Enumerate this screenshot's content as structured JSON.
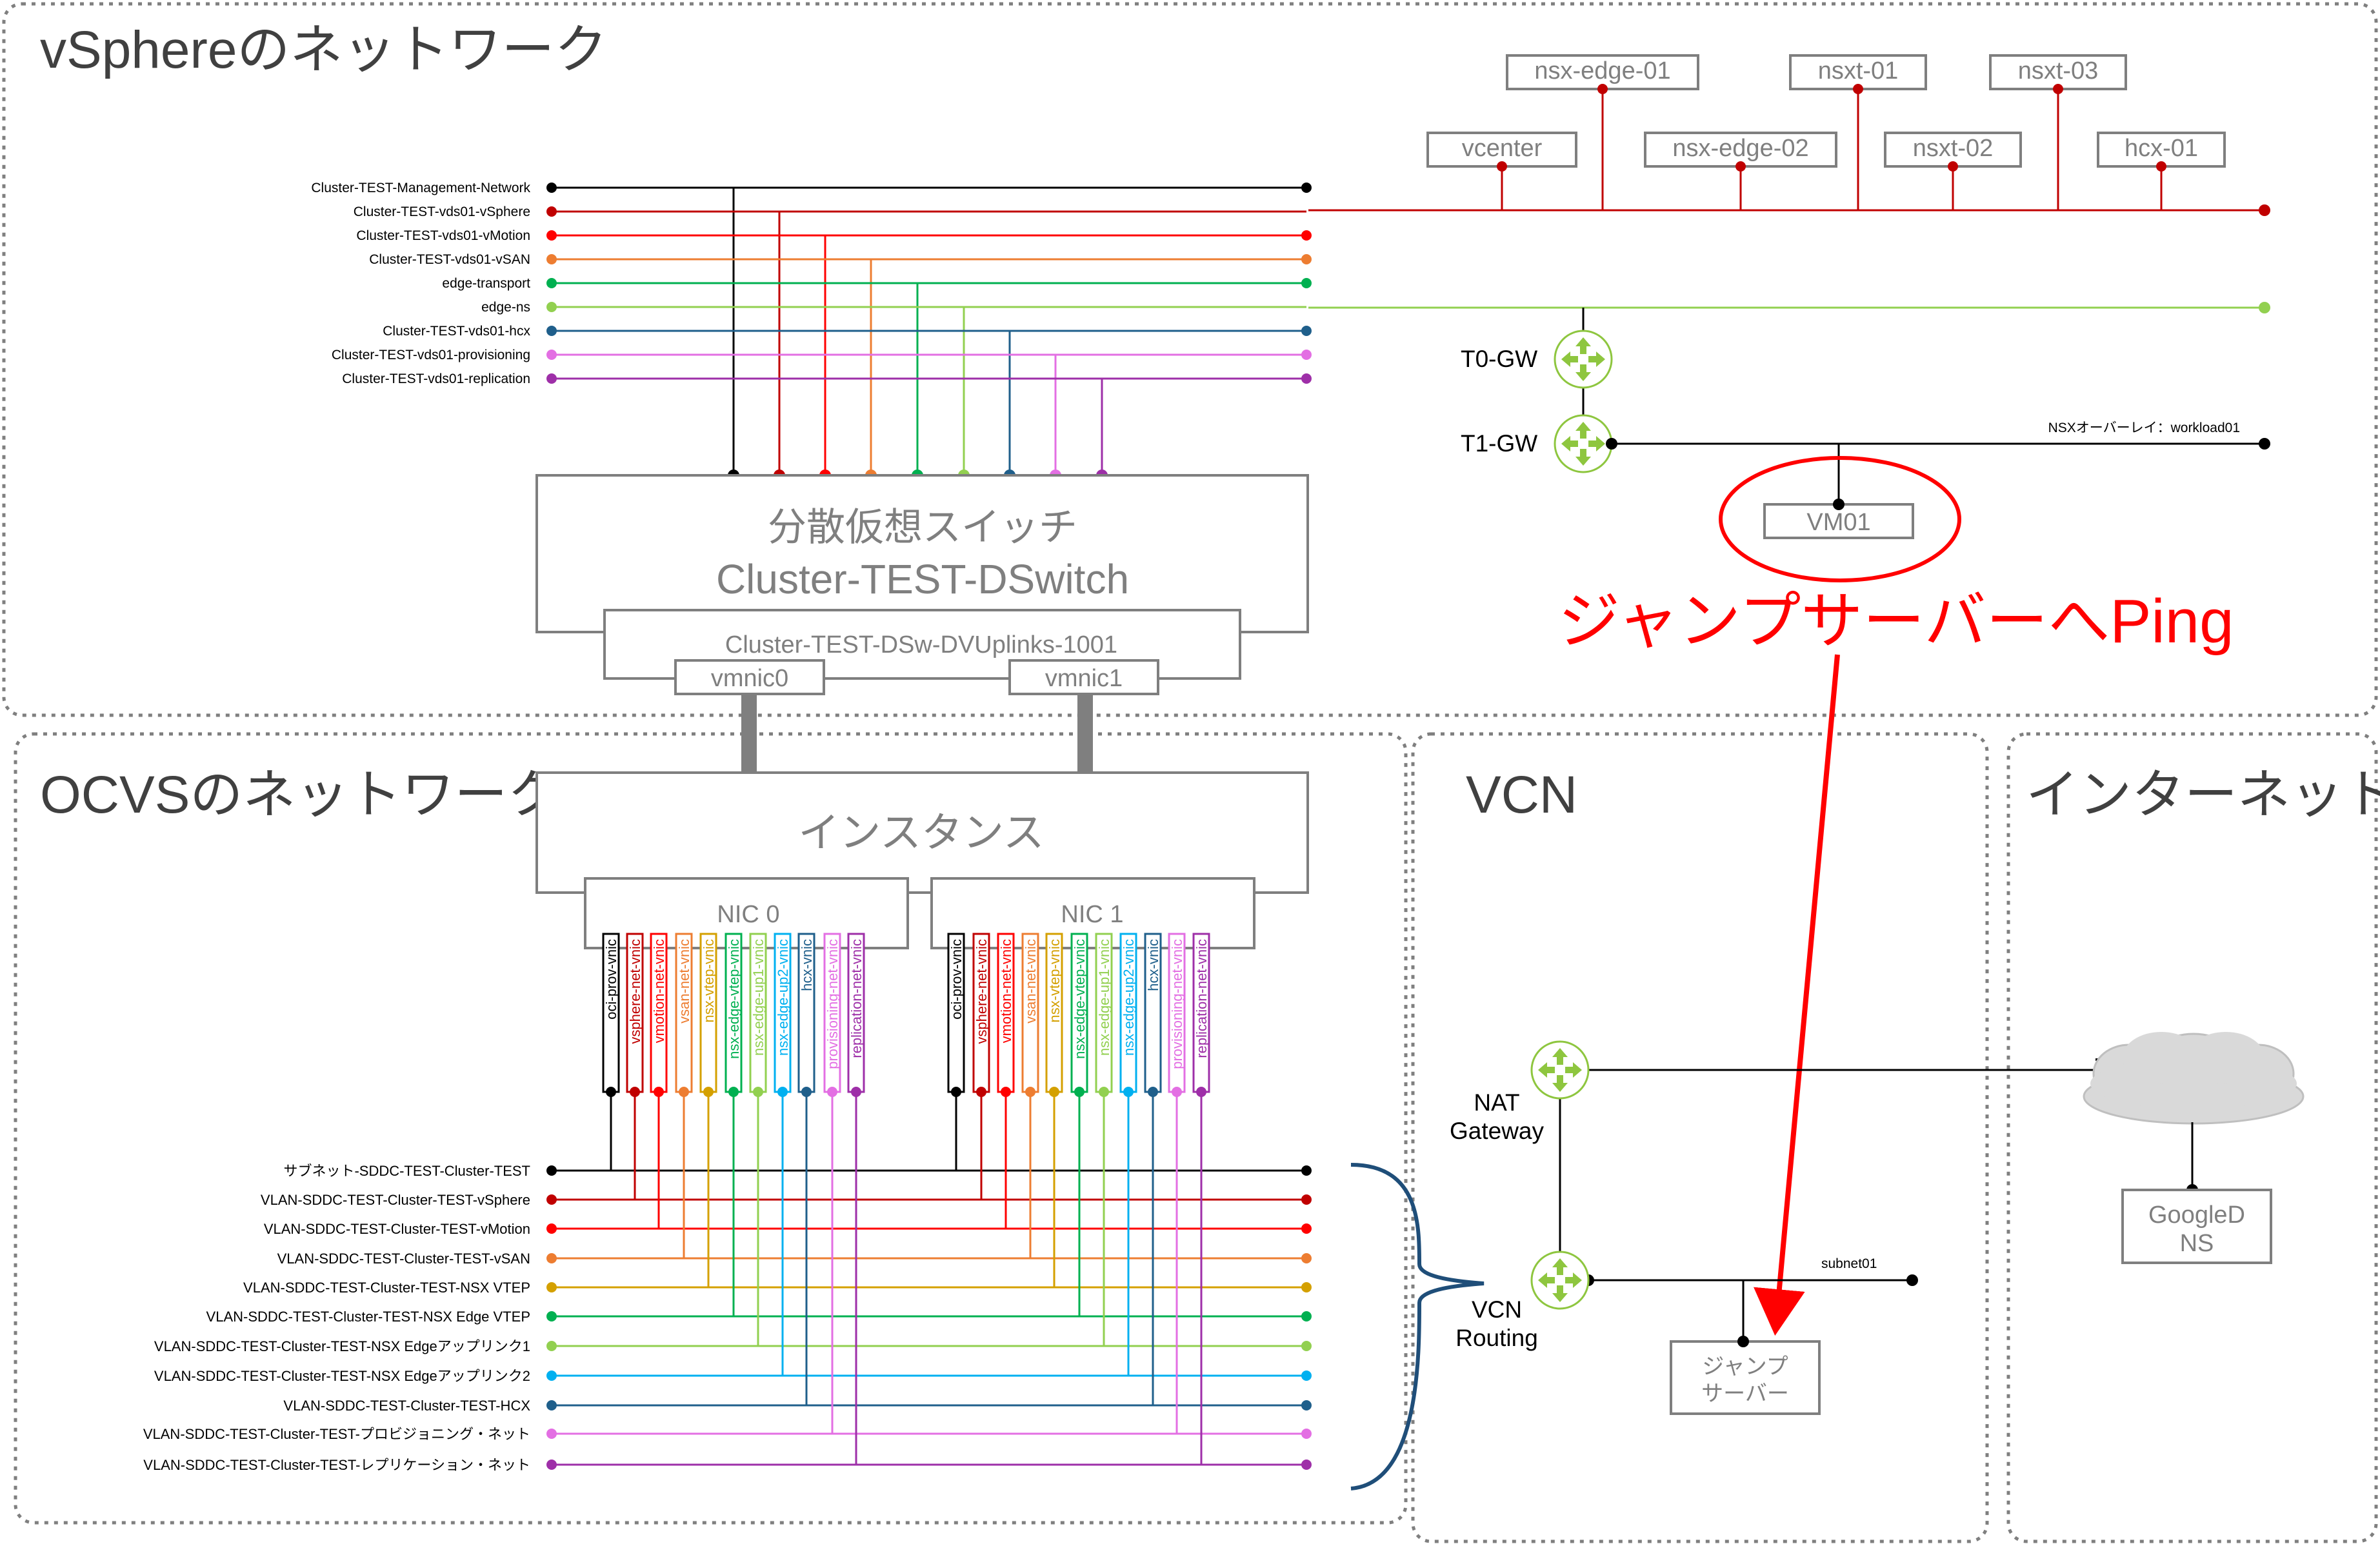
{
  "sections": {
    "vsphere": "vSphereのネットワーク",
    "ocvs": "OCVSのネットワーク",
    "vcn": "VCN",
    "internet": "インターネット"
  },
  "vsphere_vms": {
    "top": [
      "nsx-edge-01",
      "nsxt-01",
      "nsxt-03"
    ],
    "bottom": [
      "vcenter",
      "nsx-edge-02",
      "nsxt-02",
      "hcx-01"
    ]
  },
  "portgroups": [
    {
      "name": "Cluster-TEST-Management-Network",
      "color": "#000000"
    },
    {
      "name": "Cluster-TEST-vds01-vSphere",
      "color": "#c00000"
    },
    {
      "name": "Cluster-TEST-vds01-vMotion",
      "color": "#ff0000"
    },
    {
      "name": "Cluster-TEST-vds01-vSAN",
      "color": "#ed7d31"
    },
    {
      "name": "edge-transport",
      "color": "#00b050"
    },
    {
      "name": "edge-ns",
      "color": "#92d050"
    },
    {
      "name": "Cluster-TEST-vds01-hcx",
      "color": "#1f5f8b"
    },
    {
      "name": "Cluster-TEST-vds01-provisioning",
      "color": "#e36fe3"
    },
    {
      "name": "Cluster-TEST-vds01-replication",
      "color": "#9e2fa8"
    }
  ],
  "dswitch": {
    "line1": "分散仮想スイッチ",
    "line2": "Cluster-TEST-DSwitch",
    "uplinks": "Cluster-TEST-DSw-DVUplinks-1001",
    "vmnic0": "vmnic0",
    "vmnic1": "vmnic1"
  },
  "gateways": {
    "t0": "T0-GW",
    "t1": "T1-GW",
    "overlay": "NSXオーバーレイ：workload01",
    "vm01": "VM01"
  },
  "ping_label": "ジャンプサーバーへPing",
  "instance": {
    "label": "インスタンス",
    "nic0": "NIC 0",
    "nic1": "NIC 1"
  },
  "vnics": [
    {
      "name": "oci-prov-vnic",
      "color": "#000000"
    },
    {
      "name": "vsphere-net-vnic",
      "color": "#c00000"
    },
    {
      "name": "vmotion-net-vnic",
      "color": "#ff0000"
    },
    {
      "name": "vsan-net-vnic",
      "color": "#ed7d31"
    },
    {
      "name": "nsx-vtep-vnic",
      "color": "#d4a000"
    },
    {
      "name": "nsx-edge-vtep-vnic",
      "color": "#00b050"
    },
    {
      "name": "nsx-edge-up1-vnic",
      "color": "#92d050"
    },
    {
      "name": "nsx-edge-up2-vnic",
      "color": "#00b0f0"
    },
    {
      "name": "hcx-vnic",
      "color": "#1f5f8b"
    },
    {
      "name": "provisioning-net-vnic",
      "color": "#e36fe3"
    },
    {
      "name": "replication-net-vnic",
      "color": "#9e2fa8"
    }
  ],
  "vlans": [
    {
      "name": "サブネット-SDDC-TEST-Cluster-TEST",
      "color": "#000000"
    },
    {
      "name": "VLAN-SDDC-TEST-Cluster-TEST-vSphere",
      "color": "#c00000"
    },
    {
      "name": "VLAN-SDDC-TEST-Cluster-TEST-vMotion",
      "color": "#ff0000"
    },
    {
      "name": "VLAN-SDDC-TEST-Cluster-TEST-vSAN",
      "color": "#ed7d31"
    },
    {
      "name": "VLAN-SDDC-TEST-Cluster-TEST-NSX VTEP",
      "color": "#d4a000"
    },
    {
      "name": "VLAN-SDDC-TEST-Cluster-TEST-NSX Edge VTEP",
      "color": "#00b050"
    },
    {
      "name": "VLAN-SDDC-TEST-Cluster-TEST-NSX Edgeアップリンク1",
      "color": "#92d050"
    },
    {
      "name": "VLAN-SDDC-TEST-Cluster-TEST-NSX Edgeアップリンク2",
      "color": "#00b0f0"
    },
    {
      "name": "VLAN-SDDC-TEST-Cluster-TEST-HCX",
      "color": "#1f5f8b"
    },
    {
      "name": "VLAN-SDDC-TEST-Cluster-TEST-プロビジョニング・ネット",
      "color": "#e36fe3"
    },
    {
      "name": "VLAN-SDDC-TEST-Cluster-TEST-レプリケーション・ネット",
      "color": "#9e2fa8"
    }
  ],
  "vcn": {
    "nat_line1": "NAT",
    "nat_line2": "Gateway",
    "routing_line1": "VCN",
    "routing_line2": "Routing",
    "subnet": "subnet01",
    "jump_line1": "ジャンプ",
    "jump_line2": "サーバー"
  },
  "internet": {
    "dns_line1": "GoogleD",
    "dns_line2": "NS"
  },
  "colors": {
    "section_border": "#7f7f7f",
    "box_border": "#7f7f7f",
    "router_green": "#8ec63f",
    "ping_red": "#ff0000",
    "brace_blue": "#1f4e79"
  }
}
